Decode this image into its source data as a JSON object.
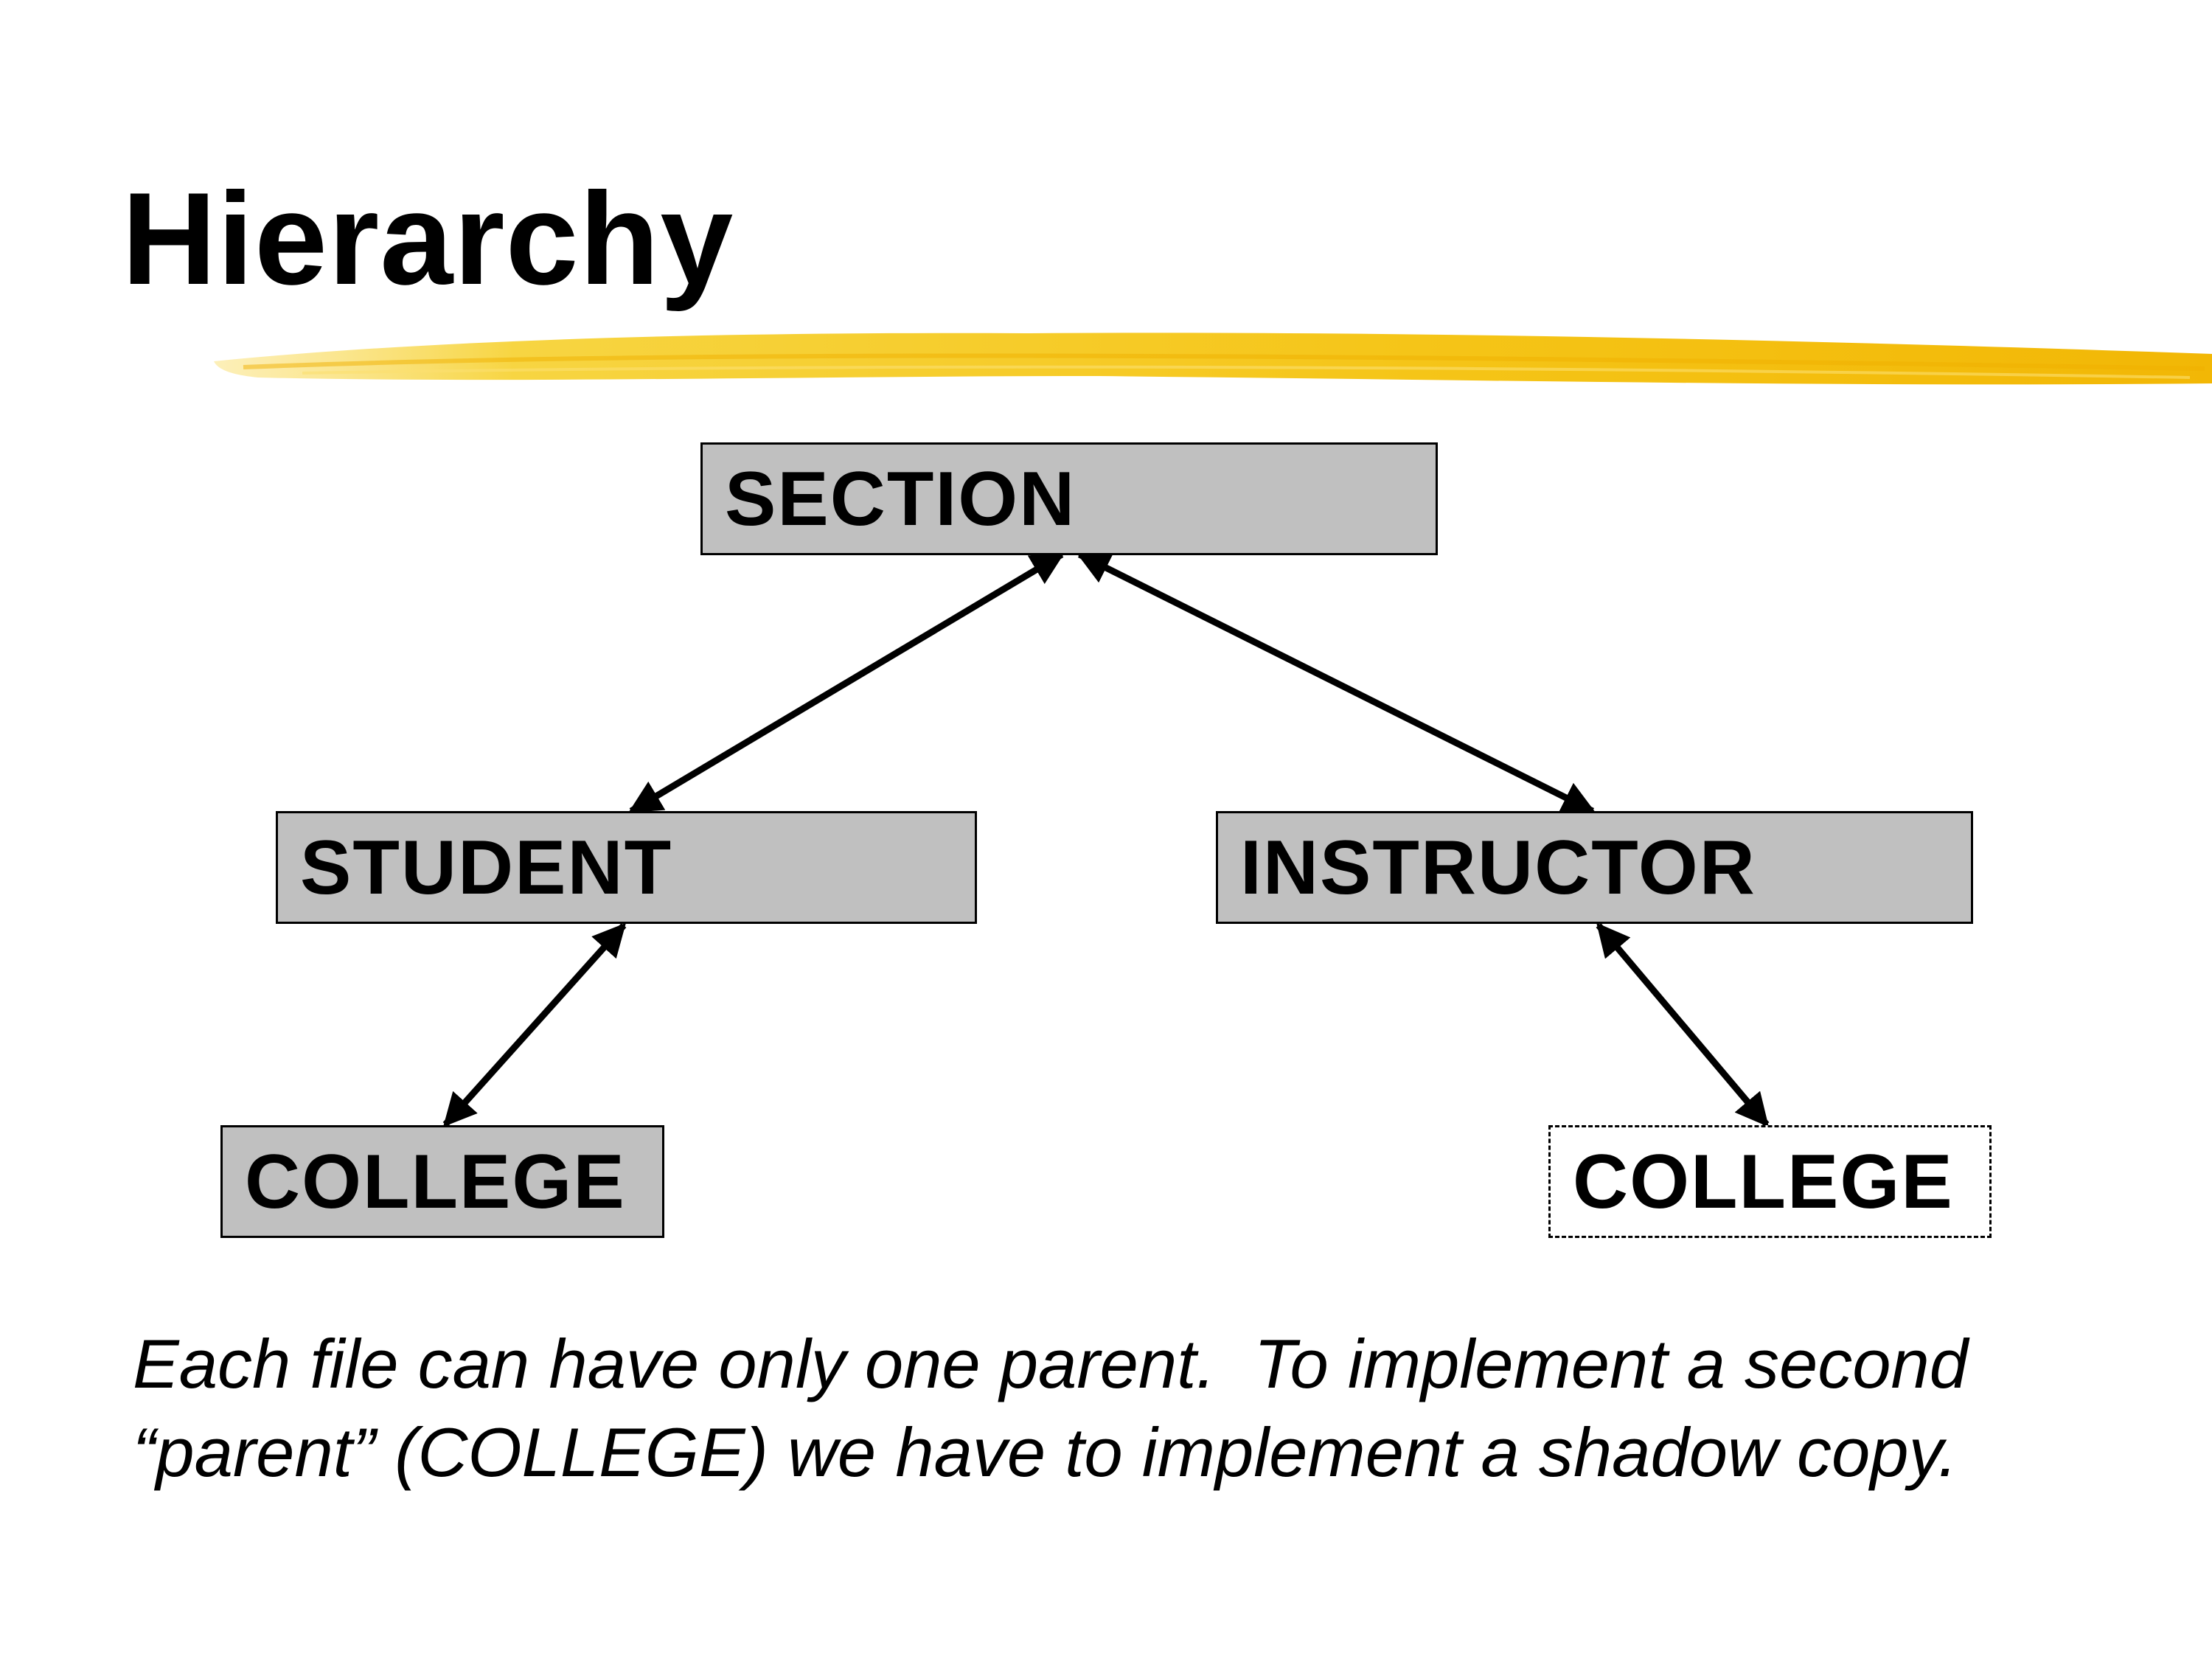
{
  "slide": {
    "title": "Hierarchy",
    "accent_color": "#f5c518"
  },
  "diagram": {
    "nodes": {
      "section": "SECTION",
      "student": "STUDENT",
      "instructor": "INSTRUCTOR",
      "college_primary": "COLLEGE",
      "college_shadow": "COLLEGE"
    },
    "edges": [
      {
        "from": "section",
        "to": "student",
        "type": "bidirectional"
      },
      {
        "from": "section",
        "to": "instructor",
        "type": "bidirectional"
      },
      {
        "from": "student",
        "to": "college_primary",
        "type": "bidirectional"
      },
      {
        "from": "instructor",
        "to": "college_shadow",
        "type": "bidirectional"
      }
    ],
    "node_fill": "#c0c0c0",
    "shadow_fill": "#ffffff"
  },
  "caption": {
    "line1": "Each file can have only one parent.  To implement a second",
    "line2": "“parent” (COLLEGE) we have to implement a shadow copy."
  }
}
